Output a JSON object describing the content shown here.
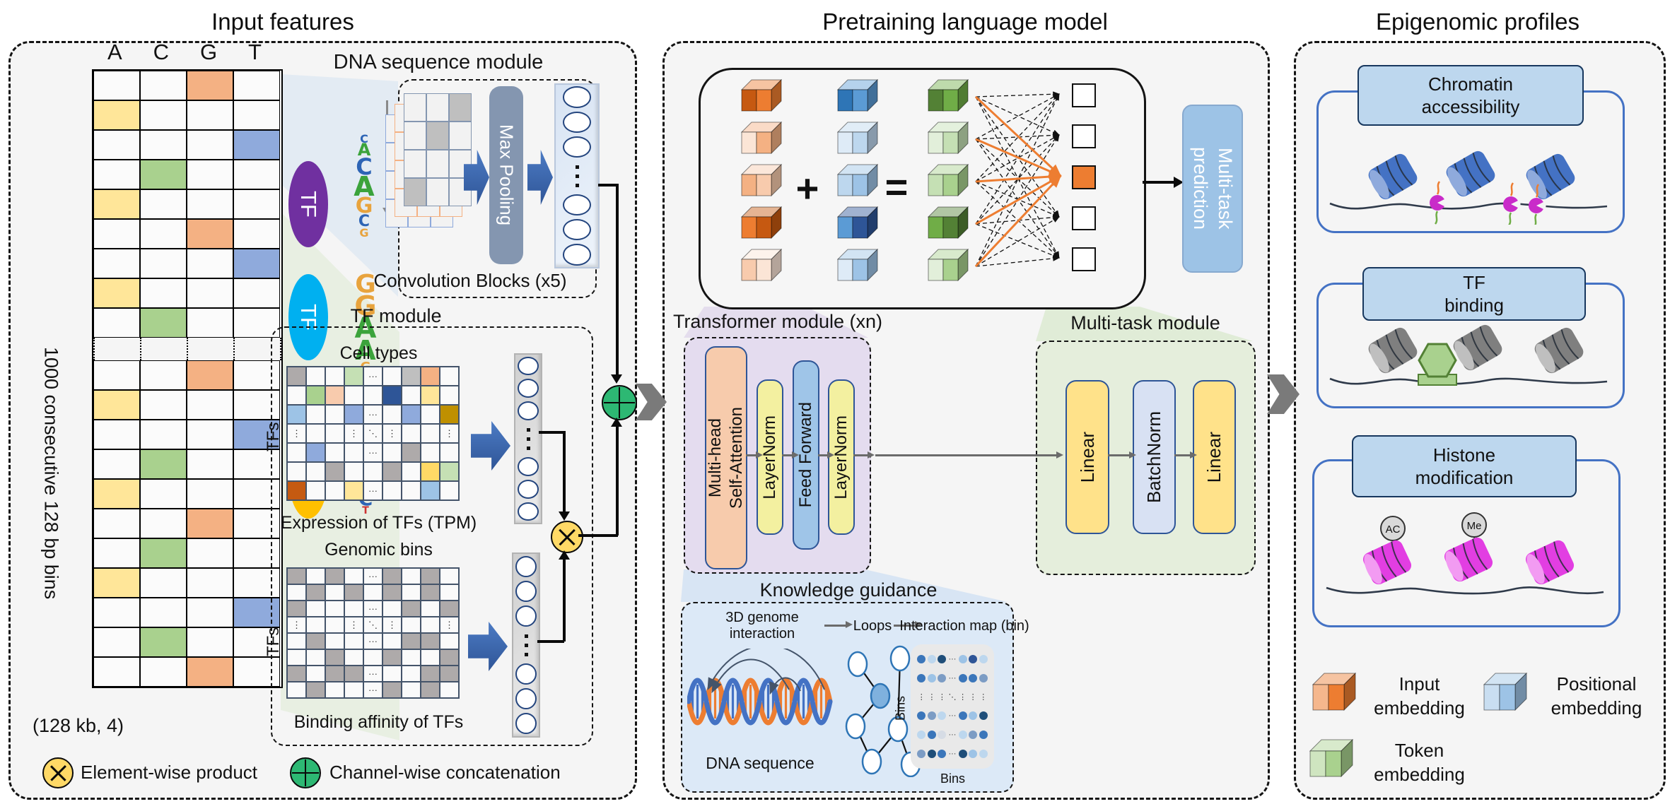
{
  "titles": {
    "input": "Input features",
    "pretrain": "Pretraining language model",
    "output": "Epigenomic profiles"
  },
  "input": {
    "bases": [
      "A",
      "C",
      "G",
      "T"
    ],
    "base_colors": {
      "A": "#FFE699",
      "C": "#A9D18E",
      "G": "#F4B183",
      "T": "#8FAADC"
    },
    "seq_rows": [
      "G",
      "A",
      "T",
      "C",
      "A",
      "G",
      "T",
      "A",
      "C",
      "BREAK",
      "G",
      "A",
      "T",
      "C",
      "A",
      "G",
      "C",
      "A",
      "T",
      "C",
      "G"
    ],
    "side_label": "1000 consecutive 128 bp bins",
    "shape_label": "(128 kb, 4)",
    "tf_label": "TF",
    "between_tf_ellipsis": "⋮",
    "tf_colors": [
      "#7030A0",
      "#00B0F0",
      "#FFC000"
    ],
    "logos": [
      [
        {
          "ch": "C",
          "color": "#2D64B5",
          "size": 16
        },
        {
          "ch": "A",
          "color": "#3BA33B",
          "size": 24
        },
        {
          "ch": "C",
          "color": "#2D64B5",
          "size": 32
        },
        {
          "ch": "A",
          "color": "#3BA33B",
          "size": 38
        },
        {
          "ch": "G",
          "color": "#E8A33D",
          "size": 30
        },
        {
          "ch": "C",
          "color": "#2D64B5",
          "size": 22
        },
        {
          "ch": "G",
          "color": "#E8A33D",
          "size": 16
        }
      ],
      [
        {
          "ch": "G",
          "color": "#E8A33D",
          "size": 36
        },
        {
          "ch": "G",
          "color": "#E8A33D",
          "size": 38
        },
        {
          "ch": "A",
          "color": "#3BA33B",
          "size": 40
        },
        {
          "ch": "A",
          "color": "#3BA33B",
          "size": 38
        },
        {
          "ch": "G",
          "color": "#E8A33D",
          "size": 18
        }
      ],
      [
        {
          "ch": "C",
          "color": "#2D64B5",
          "size": 20
        },
        {
          "ch": "T",
          "color": "#CC3333",
          "size": 30
        },
        {
          "ch": "A",
          "color": "#3BA33B",
          "size": 26
        },
        {
          "ch": "T",
          "color": "#CC3333",
          "size": 38
        },
        {
          "ch": "C",
          "color": "#2D64B5",
          "size": 28
        },
        {
          "ch": "T",
          "color": "#CC3333",
          "size": 14
        }
      ]
    ],
    "dna_module": {
      "title": "DNA sequence module",
      "pooling": "Max Pooling",
      "caption": "Convolution Blocks (x5)"
    },
    "tf_module": {
      "title": "TF module",
      "cell_types_label": "Cell types",
      "tfs_label": "TFs",
      "expression_caption": "Expression of TFs (TPM)",
      "genomic_bins_label": "Genomic bins",
      "binding_caption": "Binding affinity of TFs"
    },
    "cell_types_matrix": [
      [
        "#AEAAAA",
        "",
        "",
        "#C5E0B4",
        ".",
        "",
        "#BFBFBF",
        "#F4B183",
        ""
      ],
      [
        "",
        "#A9D18E",
        "#F8CBAD",
        "",
        "",
        "#2E5597",
        "",
        "#FFE699",
        ""
      ],
      [
        "#9DC3E6",
        "",
        "",
        "#8FAADC",
        ".",
        "",
        "#8FAADC",
        "",
        "#BF9000"
      ],
      [
        ":",
        "",
        "",
        ":",
        "\\",
        ":",
        "",
        "",
        ":"
      ],
      [
        "",
        "#8FAADC",
        "",
        "",
        ".",
        "",
        "#AEAAAA",
        "",
        ""
      ],
      [
        "",
        "",
        "#AEAAAA",
        "",
        "",
        "#AEAAAA",
        "",
        "#FFD966",
        "#C5E0B4"
      ],
      [
        "#C55A11",
        "",
        "",
        "#FFE699",
        ".",
        "",
        "",
        "#9DC3E6",
        ""
      ]
    ],
    "binding_matrix": [
      [
        "#AEAAAA",
        "",
        "#AEAAAA",
        "",
        ".",
        "#AEAAAA",
        "",
        "#AEAAAA",
        ""
      ],
      [
        "",
        "#AEAAAA",
        "",
        "#AEAAAA",
        "",
        "#AEAAAA",
        "",
        "#AEAAAA",
        ""
      ],
      [
        "#AEAAAA",
        "",
        "",
        "",
        ".",
        "",
        "#AEAAAA",
        "",
        "#AEAAAA"
      ],
      [
        ":",
        "",
        "",
        ":",
        "\\",
        ":",
        "",
        "",
        ":"
      ],
      [
        "",
        "#AEAAAA",
        "",
        "",
        ".",
        "",
        "#AEAAAA",
        "#AEAAAA",
        ""
      ],
      [
        "",
        "",
        "#AEAAAA",
        "",
        "",
        "#AEAAAA",
        "",
        "",
        "#AEAAAA"
      ],
      [
        "#AEAAAA",
        "",
        "#AEAAAA",
        "#AEAAAA",
        ".",
        "",
        "",
        "#AEAAAA",
        "#AEAAAA"
      ],
      [
        "",
        "#AEAAAA",
        "",
        "",
        ".",
        "#AEAAAA",
        "",
        "#AEAAAA",
        ""
      ]
    ],
    "legend": [
      {
        "type": "product",
        "label": "Element-wise product"
      },
      {
        "type": "concat",
        "label": "Channel-wise concatenation"
      }
    ]
  },
  "pretrain": {
    "plus": "+",
    "equals": "=",
    "prediction_label": "Multi-task\nprediction",
    "cube_rows": {
      "input": [
        [
          "#C65911",
          "#ED7D31"
        ],
        [
          "#FBE5D6",
          "#F4B183"
        ],
        [
          "#F4B183",
          "#F8CBAD"
        ],
        [
          "#ED7D31",
          "#C65911"
        ],
        [
          "#F8CBAD",
          "#FBE5D6"
        ]
      ],
      "positional": [
        [
          "#2E75B6",
          "#5B9BD5"
        ],
        [
          "#DEEBF7",
          "#BDD7EE"
        ],
        [
          "#BDD7EE",
          "#9DC3E6"
        ],
        [
          "#5B9BD5",
          "#2E5597"
        ],
        [
          "#DEEBF7",
          "#9DC3E6"
        ]
      ],
      "token": [
        [
          "#538135",
          "#70AD47"
        ],
        [
          "#E2EFDA",
          "#C5E0B4"
        ],
        [
          "#C5E0B4",
          "#A9D18E"
        ],
        [
          "#70AD47",
          "#538135"
        ],
        [
          "#E2EFDA",
          "#A9D18E"
        ]
      ]
    },
    "transformer": {
      "title": "Transformer module (xn)",
      "boxes": [
        "Multi-head\nSelf-Attention",
        "LayerNorm",
        "Feed Forward",
        "LayerNorm"
      ]
    },
    "multitask": {
      "title": "Multi-task module",
      "boxes": [
        "Linear",
        "BatchNorm",
        "Linear"
      ]
    },
    "knowledge": {
      "title": "Knowledge guidance",
      "flow": [
        "3D genome interaction",
        "Loops",
        "Interaction map (bin)"
      ],
      "dna_caption": "DNA sequence",
      "bins_side": "Bins",
      "bins_bottom": "Bins",
      "palette": {
        "a": "#3B76BA",
        "b": "#9DC3E6",
        "c": "#1F4E79",
        "d": "#BDD7EE",
        "e": "#7C9CC4",
        "f": "#D6DCE5",
        "g": "#2E5597"
      },
      "map_rows": [
        [
          "a",
          "d",
          "c",
          ".",
          "b",
          "g",
          "d"
        ],
        [
          "a",
          "b",
          "e",
          ".",
          "a",
          "a",
          "e"
        ],
        [
          ":",
          ":",
          ":",
          "\\",
          ":",
          ":",
          ":"
        ],
        [
          "a",
          "e",
          "d",
          ".",
          "a",
          "b",
          "c"
        ],
        [
          "d",
          "a",
          "f",
          ".",
          "d",
          "e",
          "a"
        ],
        [
          "e",
          "c",
          "a",
          ".",
          "c",
          "b",
          "d"
        ]
      ]
    }
  },
  "output": {
    "cards": [
      "Chromatin\naccessibility",
      "TF\nbinding",
      "Histone\nmodification"
    ],
    "marks": [
      "AC",
      "Me"
    ],
    "legend": [
      {
        "label": "Input embedding",
        "kind": "input",
        "color": "#ED7D31"
      },
      {
        "label": "Positional embedding",
        "kind": "positional",
        "color": "#9DC3E6"
      },
      {
        "label": "Token embedding",
        "kind": "token",
        "color": "#A9D18E"
      }
    ]
  },
  "colors": {
    "concat_green": "#2DB873",
    "product_yellow": "#FFD966",
    "max_pool": "#8496B0",
    "transformer_bg": "#E4DCEF",
    "multitask_bg": "#E5EEDC",
    "knowledge_bg": "#DCE9F7",
    "mhsa": "#F7CBAC",
    "layernorm": "#F3F0A0",
    "feedforward": "#9FC5E8",
    "linear": "#FFE28A",
    "batchnorm": "#D8E1F3",
    "masked_token": "#ED7D31",
    "nucleosome_blue": "#4472C4",
    "nucleosome_gray": "#7F7F7F",
    "nucleosome_magenta": "#E23EE2",
    "tf_hexagon": "#A9D18E"
  }
}
